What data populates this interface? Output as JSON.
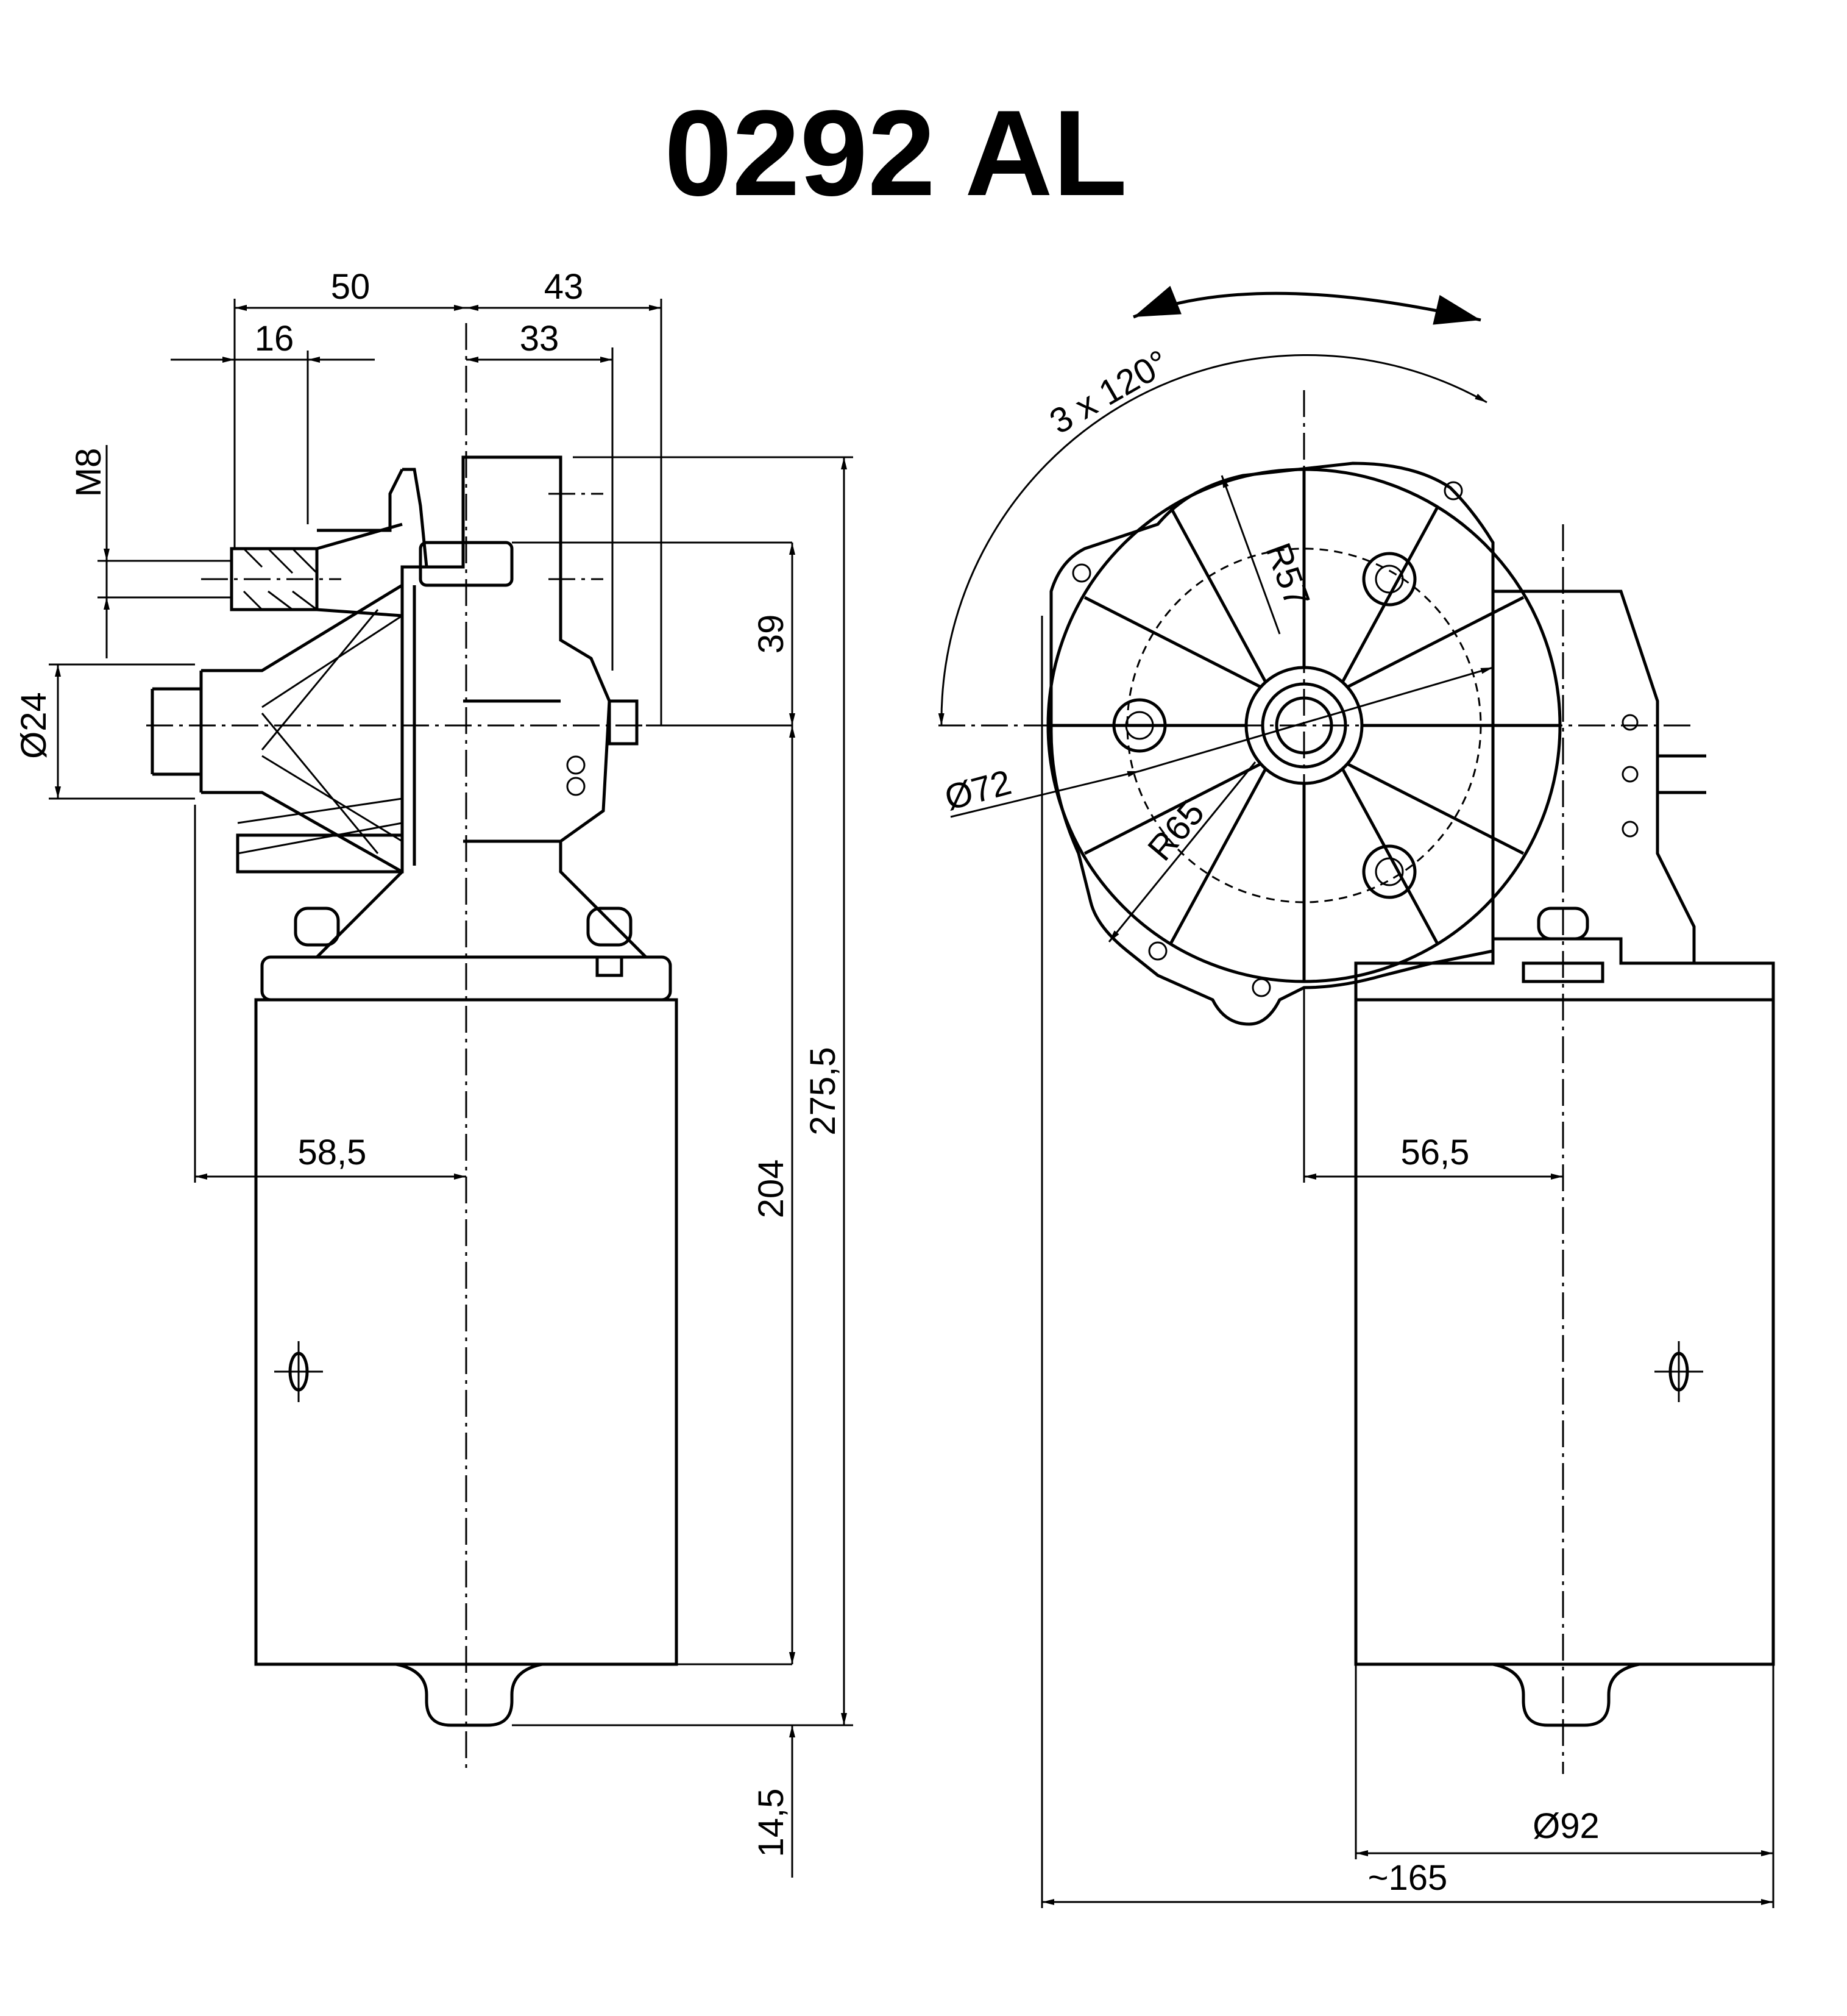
{
  "title": "0292 AL",
  "side_view": {
    "dims": {
      "d50": "50",
      "d43": "43",
      "d16": "16",
      "d33": "33",
      "m8": "M8",
      "dia24": "Ø24",
      "d39": "39",
      "d275": "275,5",
      "d204": "204",
      "d58": "58,5",
      "d14": "14,5"
    }
  },
  "front_view": {
    "dims": {
      "angle": "3 x 120°",
      "r57": "R57",
      "dia72": "Ø72",
      "r65": "R65",
      "d56": "56,5",
      "dia92": "Ø92",
      "d165": "~165"
    }
  }
}
